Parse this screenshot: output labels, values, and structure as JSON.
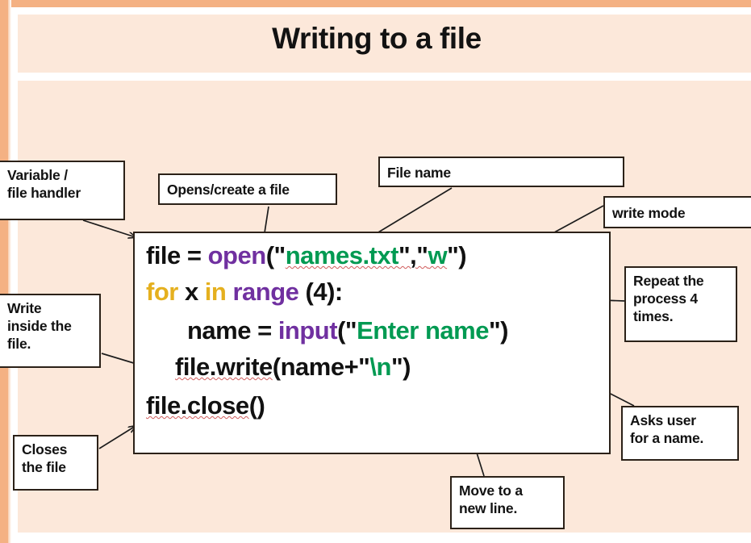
{
  "slide": {
    "title": "Writing to a file",
    "panel_color": "#FCE8DA",
    "frame_color": "#F4B183"
  },
  "code_block": {
    "language": "python",
    "colors": {
      "keyword": "#E5B01F",
      "function": "#7030A0",
      "string": "#009A52",
      "plain": "#111111",
      "spellcheck_underline": "#d05c5c"
    },
    "lines": [
      {
        "id": "line-open",
        "text": "file = open(\"names.txt\",\"w\")",
        "indent": 0,
        "tokens": [
          {
            "t": "file = ",
            "c": "plain"
          },
          {
            "t": "open",
            "c": "function"
          },
          {
            "t": "(\"",
            "c": "plain"
          },
          {
            "t": "names.txt",
            "c": "string",
            "squiggly": true
          },
          {
            "t": "\",\"",
            "c": "plain"
          },
          {
            "t": "w",
            "c": "string",
            "squiggly": true
          },
          {
            "t": "\")",
            "c": "plain"
          }
        ]
      },
      {
        "id": "line-for",
        "text": "for x in range (4):",
        "indent": 0,
        "tokens": [
          {
            "t": "for ",
            "c": "keyword"
          },
          {
            "t": "x ",
            "c": "plain"
          },
          {
            "t": "in ",
            "c": "keyword"
          },
          {
            "t": "range",
            "c": "function"
          },
          {
            "t": " (4):",
            "c": "plain"
          }
        ]
      },
      {
        "id": "line-input",
        "text": "name = input(\"Enter name\")",
        "indent": 2,
        "tokens": [
          {
            "t": "name = ",
            "c": "plain"
          },
          {
            "t": "input",
            "c": "function"
          },
          {
            "t": "(\"",
            "c": "plain"
          },
          {
            "t": "Enter name",
            "c": "string"
          },
          {
            "t": "\")",
            "c": "plain"
          }
        ]
      },
      {
        "id": "line-write",
        "text": "file.write(name+\"\\n\")",
        "indent": 1,
        "tokens": [
          {
            "t": "file.write",
            "c": "plain",
            "squiggly": true
          },
          {
            "t": "(name+\"",
            "c": "plain"
          },
          {
            "t": "\\n",
            "c": "string"
          },
          {
            "t": "\")",
            "c": "plain"
          }
        ]
      },
      {
        "id": "line-close",
        "text": "file.close()",
        "indent": 0,
        "tokens": [
          {
            "t": "file.close",
            "c": "plain",
            "squiggly": true
          },
          {
            "t": "()",
            "c": "plain"
          }
        ]
      }
    ]
  },
  "callouts": {
    "variable": "Variable /\nfile handler",
    "opens": "Opens/create a file",
    "filename": "File name",
    "writemode": "write mode",
    "repeat": "Repeat the\nprocess 4\ntimes.",
    "write_inside": "Write\ninside the\nfile.",
    "closes": "Closes\nthe file",
    "asks": "Asks user\nfor a name.",
    "move": "Move to a\nnew line."
  }
}
